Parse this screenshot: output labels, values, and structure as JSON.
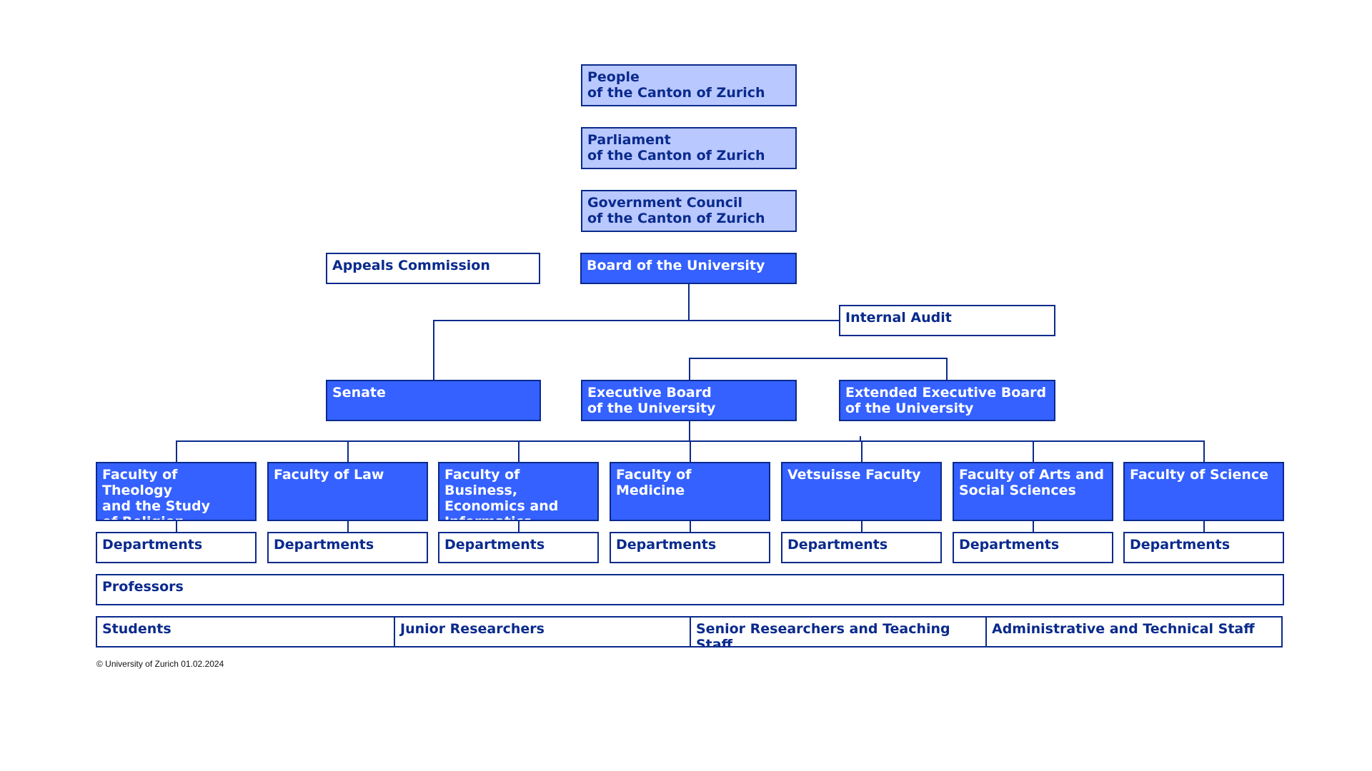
{
  "top": {
    "people": "People\nof the Canton of Zurich",
    "parliament": "Parliament\nof the Canton of Zurich",
    "government": "Government Council\nof the Canton of Zurich"
  },
  "board": "Board of the University",
  "appeals": "Appeals Commission",
  "audit": "Internal Audit",
  "senate": "Senate",
  "executive": "Executive Board\nof the University",
  "extended": "Extended Executive Board\nof the University",
  "faculties": [
    {
      "name": "Faculty of Theology\nand the Study\nof Religion",
      "dept": "Departments"
    },
    {
      "name": "Faculty of Law",
      "dept": "Departments"
    },
    {
      "name": "Faculty of Business,\nEconomics and\nInformatics",
      "dept": "Departments"
    },
    {
      "name": "Faculty of Medicine",
      "dept": "Departments"
    },
    {
      "name": "Vetsuisse Faculty",
      "dept": "Departments"
    },
    {
      "name": "Faculty of Arts and\nSocial Sciences",
      "dept": "Departments"
    },
    {
      "name": "Faculty of Science",
      "dept": "Departments"
    }
  ],
  "professors": "Professors",
  "groups": [
    "Students",
    "Junior Researchers",
    "Senior Researchers and Teaching Staff",
    "Administrative and Technical Staff"
  ],
  "copyright": "© University of Zurich 01.02.2024",
  "colors": {
    "light": "#b9c8ff",
    "dark": "#3461ff",
    "stroke": "#0a2a8c"
  }
}
